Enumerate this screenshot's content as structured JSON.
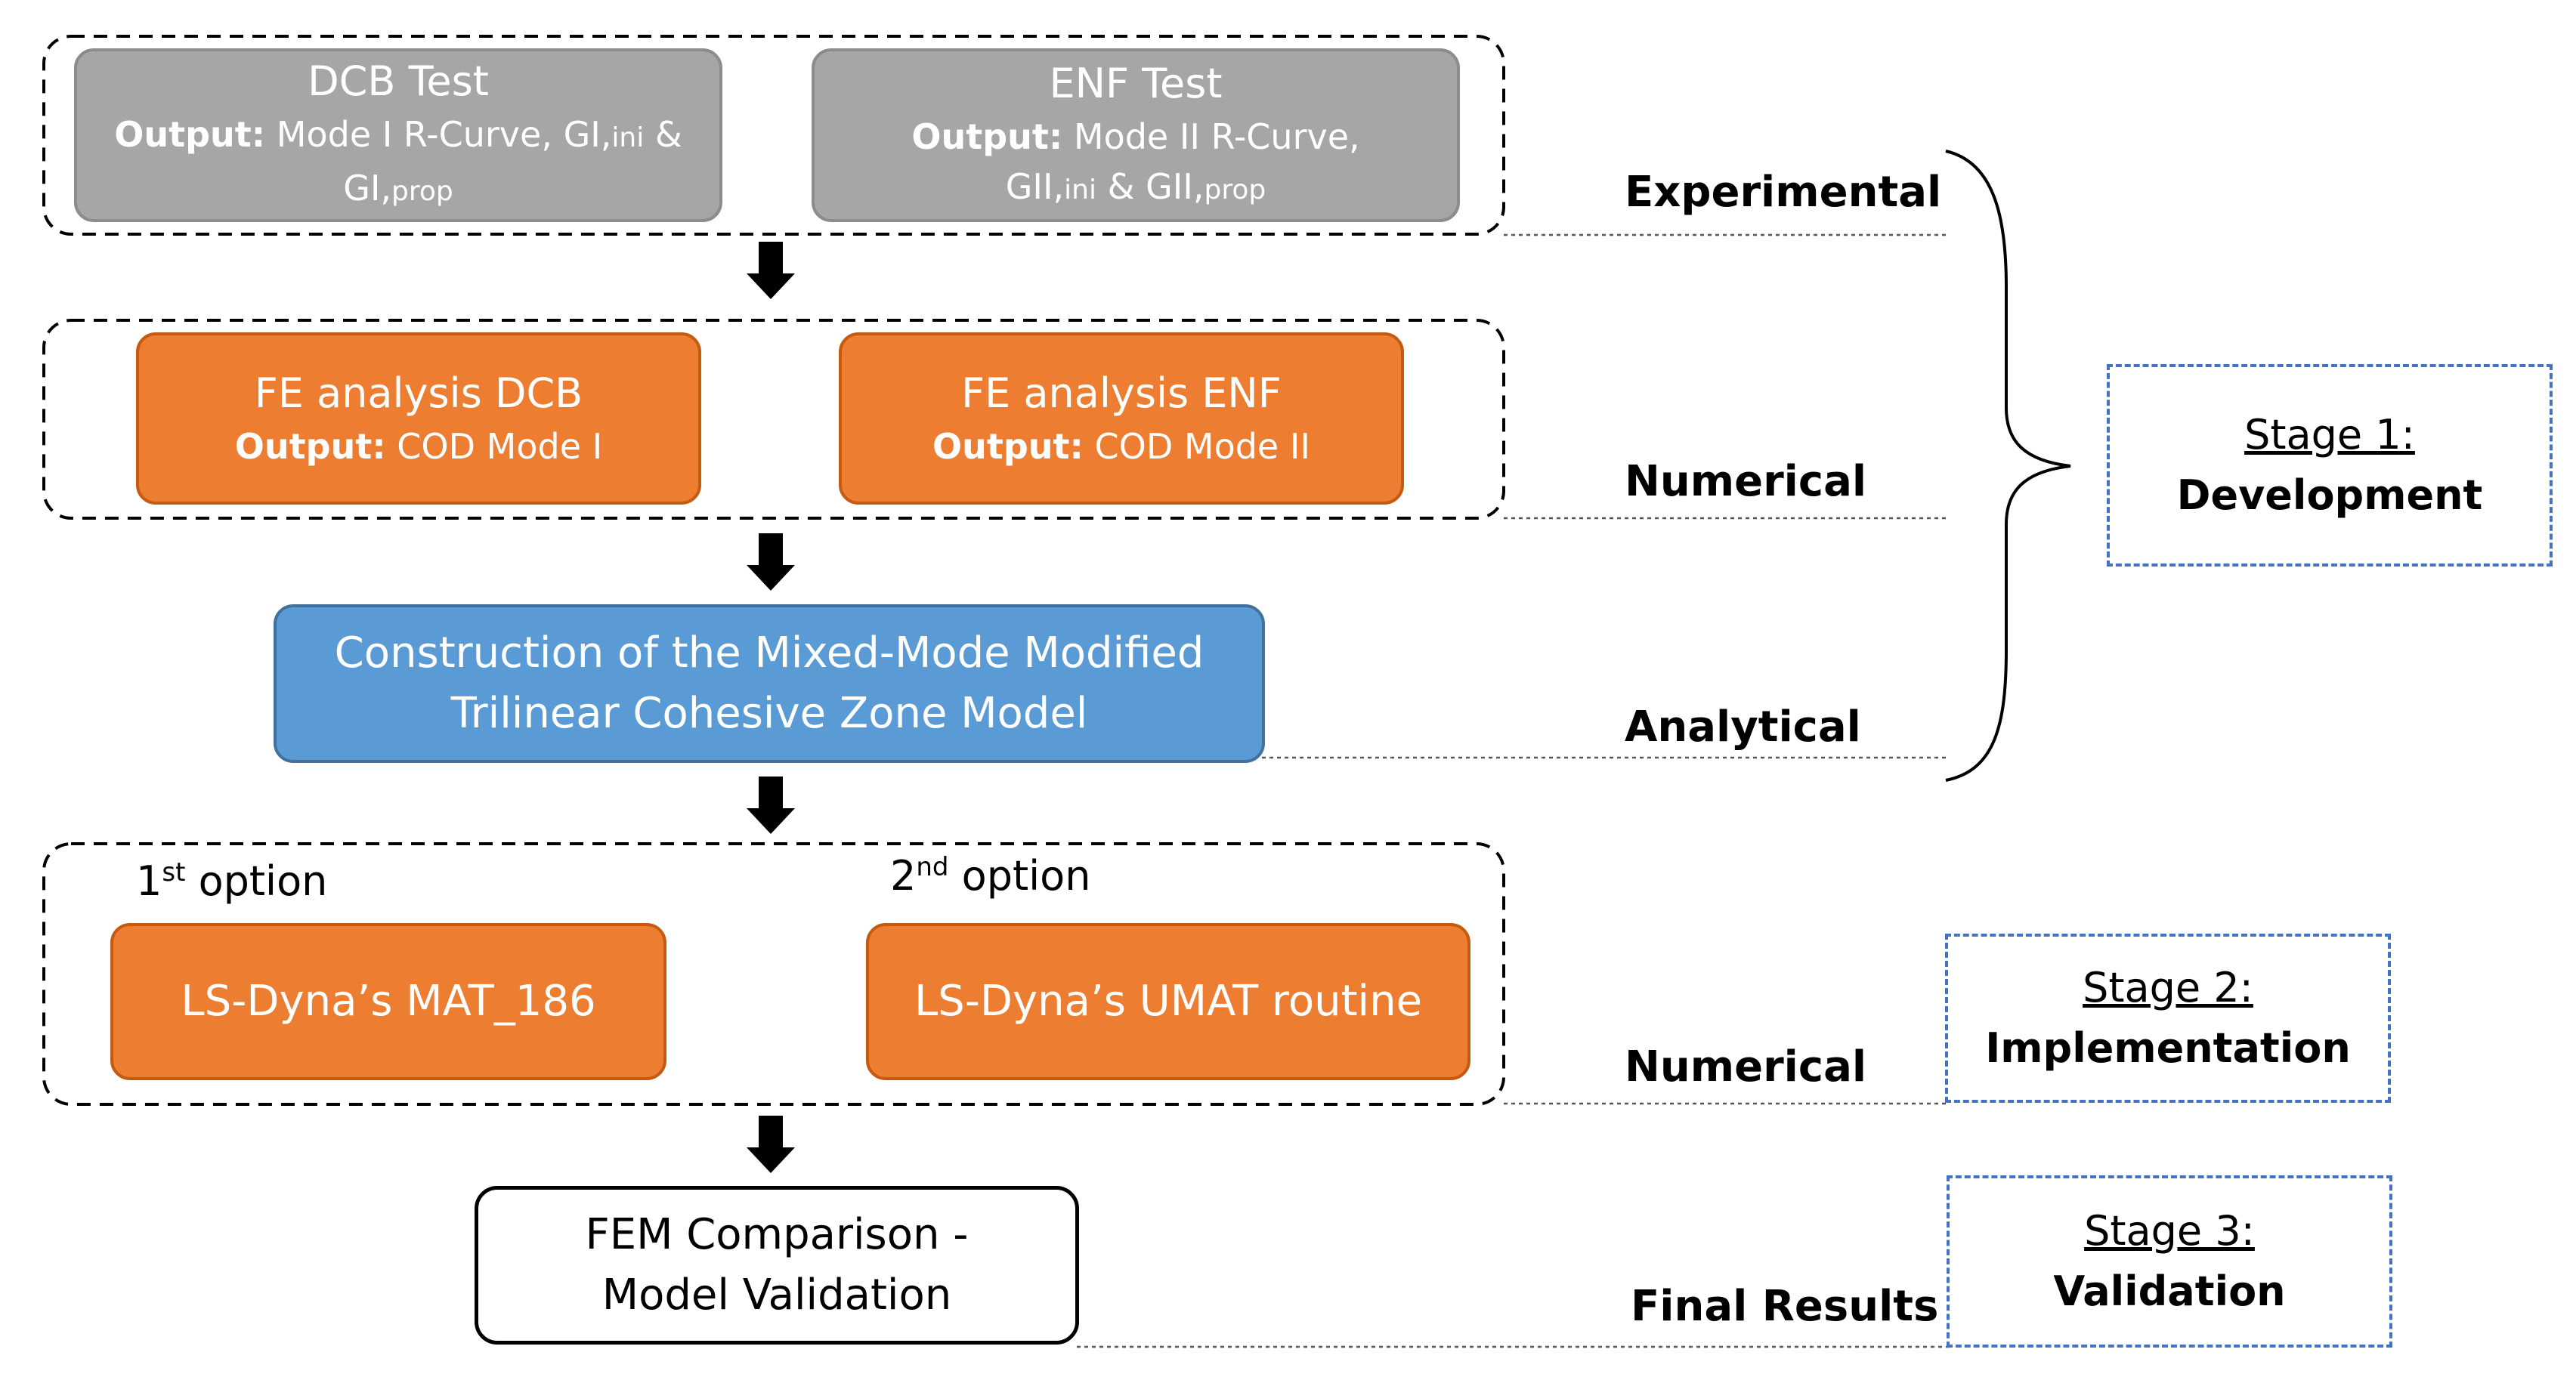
{
  "experimental_group": {
    "dcb": {
      "title": "DCB Test",
      "output_label": "Output:",
      "line1": "Mode I R-Curve, GI,",
      "sub1": "ini",
      "amp": " & ",
      "line2": "GI,",
      "sub2": "prop"
    },
    "enf": {
      "title": "ENF Test",
      "output_label": "Output:",
      "line1": "Mode II R-Curve,",
      "line2a": "GII,",
      "sub1": "ini",
      "amp": " & GII,",
      "sub2": "prop"
    }
  },
  "numerical_group": {
    "dcb": {
      "title": "FE analysis DCB",
      "output_label": "Output:",
      "output_text": " COD Mode I"
    },
    "enf": {
      "title": "FE analysis ENF",
      "output_label": "Output:",
      "output_text": " COD Mode II"
    }
  },
  "analytical_box": {
    "line1": "Construction of the Mixed-Mode Modified",
    "line2": "Trilinear Cohesive Zone Model"
  },
  "implementation_group": {
    "option1": {
      "num": "1",
      "sup": "st",
      "text": " option",
      "box": "LS-Dyna’s MAT_186"
    },
    "option2": {
      "num": "2",
      "sup": "nd",
      "text": " option",
      "box": "LS-Dyna’s UMAT routine"
    }
  },
  "final_box": {
    "line1": "FEM Comparison -",
    "line2": "Model Validation"
  },
  "level_labels": {
    "experimental": "Experimental",
    "numerical_1": "Numerical",
    "analytical": "Analytical",
    "numerical_2": "Numerical",
    "final": "Final Results"
  },
  "stages": {
    "stage1": {
      "title": "Stage 1:",
      "name": "Development"
    },
    "stage2": {
      "title": "Stage 2:",
      "name": "Implementation"
    },
    "stage3": {
      "title": "Stage 3:",
      "name": "Validation"
    }
  },
  "colors": {
    "gray_fill": "#a6a6a6",
    "orange_fill": "#ed7d31",
    "blue_fill": "#5b9bd5",
    "stage_border": "#4472c4"
  }
}
